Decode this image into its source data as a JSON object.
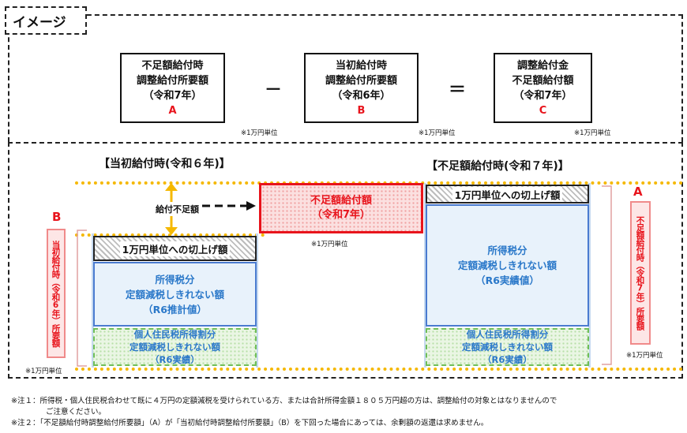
{
  "header": {
    "title": "イメージ"
  },
  "formula": {
    "box_a": {
      "line1": "不足額給付時",
      "line2": "調整給付所要額",
      "line3": "（令和7年）",
      "letter": "A"
    },
    "minus": "－",
    "box_b": {
      "line1": "当初給付時",
      "line2": "調整給付所要額",
      "line3": "（令和6年）",
      "letter": "B"
    },
    "equals": "＝",
    "box_c": {
      "line1": "調整給付金",
      "line2": "不足額給付額",
      "line3": "（令和7年）",
      "letter": "C"
    },
    "unit_note": "※1万円単位"
  },
  "diagram": {
    "left_heading": "【当初給付時(令和６年)】",
    "right_heading": "【不足額給付時(令和７年)】",
    "shortage_arrow_label": "給付不足額",
    "shortage_box": {
      "line1": "不足額給付額",
      "line2": "（令和7年）"
    },
    "left_bar": {
      "round_label": "1万円単位への切上げ額",
      "income": {
        "line1": "所得税分",
        "line2": "定額減税しきれない額",
        "line3": "（R6推計値）"
      },
      "resident": {
        "line1": "個人住民税所得割分",
        "line2": "定額減税しきれない額",
        "line3": "（R6実績）"
      }
    },
    "right_bar": {
      "round_label": "1万円単位への切上げ額",
      "income": {
        "line1": "所得税分",
        "line2": "定額減税しきれない額",
        "line3": "（R6実績値）"
      },
      "resident": {
        "line1": "個人住民税所得割分",
        "line2": "定額減税しきれない額",
        "line3": "（R6実績）"
      }
    },
    "label_b": {
      "letter": "B",
      "text": "当初給付時（令和6年）所要額"
    },
    "label_a": {
      "letter": "A",
      "text": "不足額給付時（令和7年）所要額"
    },
    "unit_note": "※1万円単位"
  },
  "notes": {
    "note1_line1": "※注１：所得税・個人住民税合わせて既に４万円の定額減税を受けられている方、または合計所得金額１８０５万円超の方は、調整給付の対象とはなりませんので",
    "note1_line2": "ご注意ください。",
    "note2": "※注２：「不足額給付時調整給付所要額」（A）が「当初給付時調整給付所要額」（B）を下回った場合にあっては、余剰額の返還は求めません。"
  },
  "colors": {
    "red": "#e8141c",
    "blue_text": "#2a78c9",
    "yellow": "#f5b800",
    "green": "#6fbe57"
  }
}
